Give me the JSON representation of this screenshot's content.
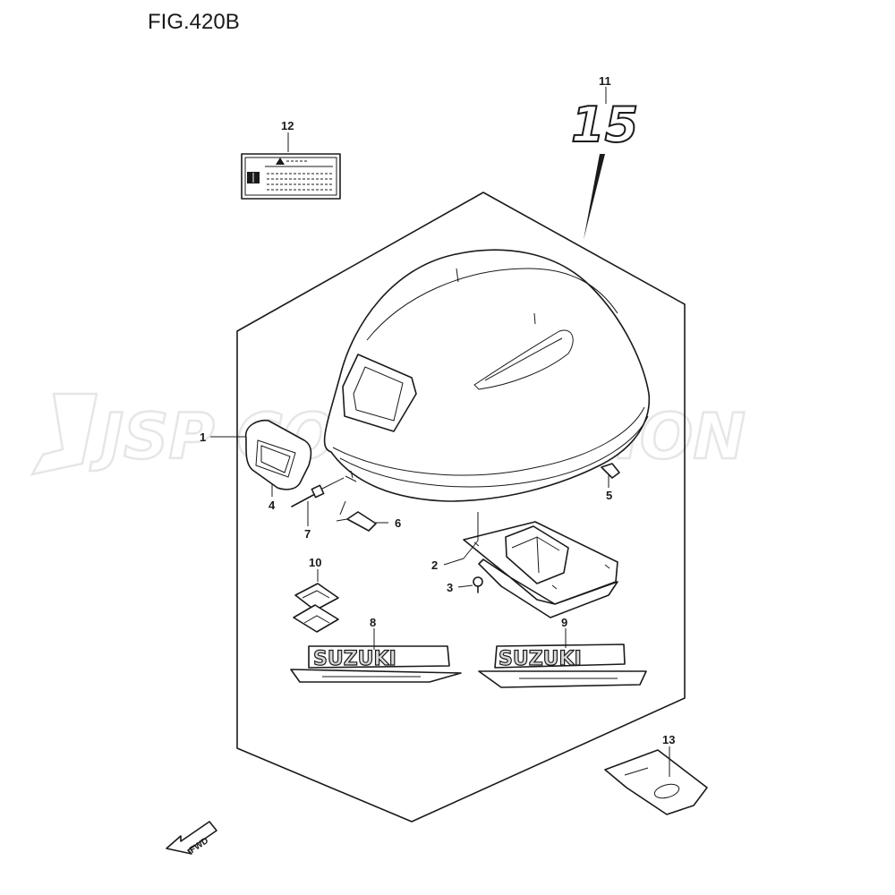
{
  "figure": {
    "title": "FIG.420B"
  },
  "watermark": {
    "text": "JSP CORPORATION"
  },
  "direction_arrow": {
    "label": "FWD"
  },
  "decals": {
    "model_number": "15",
    "brand": "SUZUKI"
  },
  "callouts": {
    "c1": "1",
    "c2": "2",
    "c3": "3",
    "c4": "4",
    "c5": "5",
    "c6": "6",
    "c7": "7",
    "c8": "8",
    "c9": "9",
    "c10": "10",
    "c11": "11",
    "c12": "12",
    "c13": "13"
  }
}
